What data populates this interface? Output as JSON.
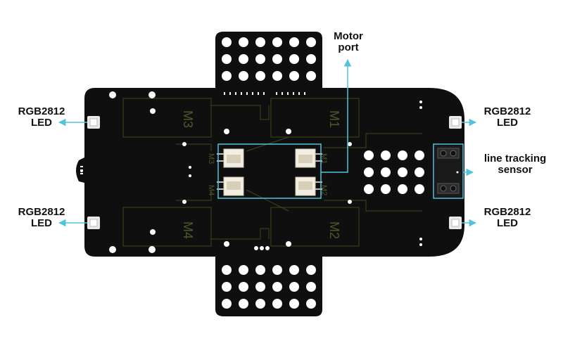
{
  "board": {
    "silkscreen": [
      "M3",
      "M1",
      "M4",
      "M2",
      "M3",
      "M4",
      "M1",
      "M2"
    ],
    "colors": {
      "pcb": "#0f0f0f",
      "trace": "#3a4a1c",
      "silk": "#4a5a26",
      "callout": "#4fc3dc",
      "hole": "#ffffff"
    }
  },
  "callouts": {
    "led_top_left": {
      "line1": "RGB2812",
      "line2": "LED"
    },
    "led_bottom_left": {
      "line1": "RGB2812",
      "line2": "LED"
    },
    "led_top_right": {
      "line1": "RGB2812",
      "line2": "LED"
    },
    "led_bottom_right": {
      "line1": "RGB2812",
      "line2": "LED"
    },
    "motor_port": {
      "line1": "Motor",
      "line2": "port"
    },
    "line_tracking": {
      "line1": "line tracking",
      "line2": "sensor"
    }
  }
}
